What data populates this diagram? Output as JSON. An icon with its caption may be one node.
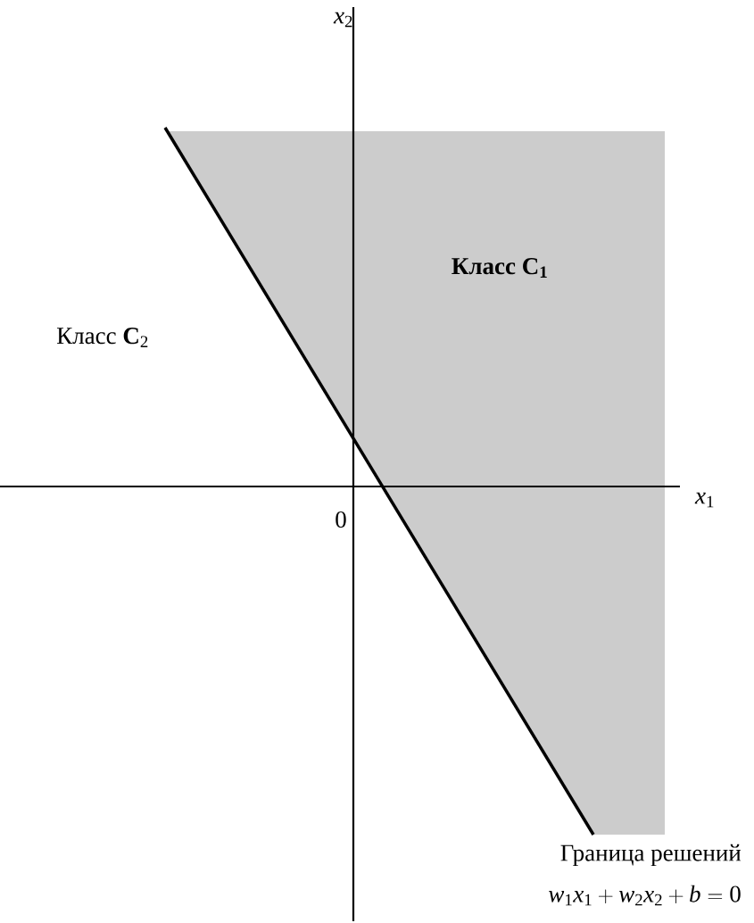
{
  "diagram": {
    "labels": [
      "x_{2}",
      "Класс **C**$_{1}$",
      "Класс **C**$_{2}$",
      "x_{1}",
      "0",
      "Граница решений",
      "w_{1}x_{1} + w_{2}x_{2} + b = 0"
    ]
  }
}
